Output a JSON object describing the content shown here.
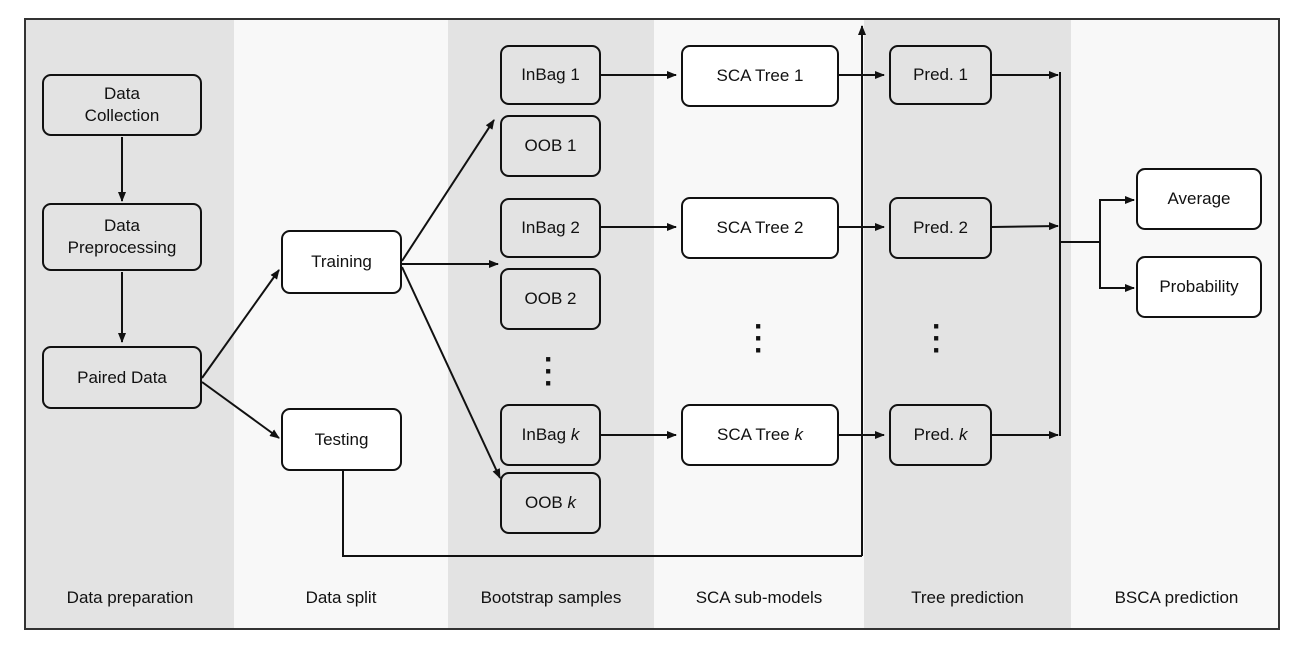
{
  "stages": [
    {
      "id": "prep",
      "label": "Data preparation"
    },
    {
      "id": "split",
      "label": "Data split"
    },
    {
      "id": "boot",
      "label": "Bootstrap samples"
    },
    {
      "id": "sca",
      "label": "SCA sub-models"
    },
    {
      "id": "tree",
      "label": "Tree prediction"
    },
    {
      "id": "bsca",
      "label": "BSCA prediction"
    }
  ],
  "nodes": {
    "collection": "Data\nCollection",
    "preprocessing": "Data\nPreprocessing",
    "paired": "Paired Data",
    "training": "Training",
    "testing": "Testing",
    "inbag1": "InBag 1",
    "oob1": "OOB 1",
    "inbag2": "InBag 2",
    "oob2": "OOB 2",
    "inbagk_prefix": "InBag",
    "oobk_prefix": "OOB",
    "k": "k",
    "sca1": "SCA Tree 1",
    "sca2": "SCA Tree 2",
    "scak_prefix": "SCA Tree",
    "pred1": "Pred. 1",
    "pred2": "Pred. 2",
    "predk_prefix": "Pred.",
    "average": "Average",
    "probability": "Probability"
  }
}
